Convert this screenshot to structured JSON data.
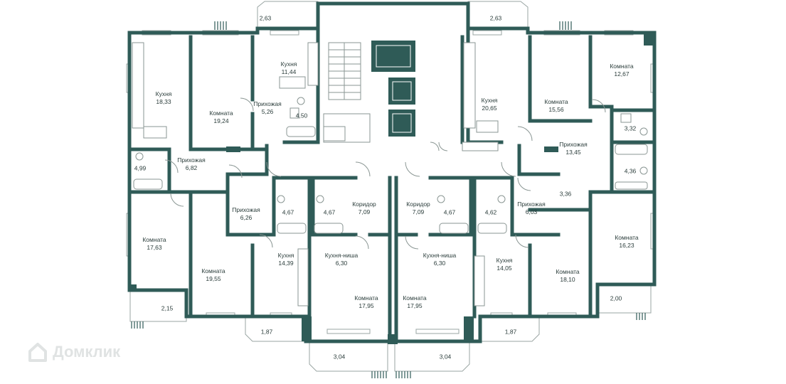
{
  "colors": {
    "wall": "#2f5b57",
    "core": "#2f5b57",
    "fixture": "#8a9693",
    "text": "#2b3d3b",
    "watermark": "#e0e3e3"
  },
  "watermark": {
    "text": "Домклик",
    "icon": "house-logo-icon"
  },
  "rooms": [
    {
      "id": "balcony-top-left",
      "name": "",
      "area": "2,63"
    },
    {
      "id": "balcony-top-right",
      "name": "",
      "area": "2,63"
    },
    {
      "id": "kitchen-a",
      "name": "Кухня",
      "area": "18,33"
    },
    {
      "id": "room-a1",
      "name": "Комната",
      "area": "19,24"
    },
    {
      "id": "kitchen-b",
      "name": "Кухня",
      "area": "11,44"
    },
    {
      "id": "hall-b",
      "name": "Прихожая",
      "area": "5,26"
    },
    {
      "id": "bath-b",
      "name": "",
      "area": "4,50"
    },
    {
      "id": "bath-a",
      "name": "",
      "area": "4,99"
    },
    {
      "id": "hall-a",
      "name": "Прихожая",
      "area": "6,82"
    },
    {
      "id": "room-a2",
      "name": "Комната",
      "area": "17,63"
    },
    {
      "id": "balcony-left",
      "name": "",
      "area": "2,15"
    },
    {
      "id": "room-c",
      "name": "Комната",
      "area": "19,55"
    },
    {
      "id": "hall-c",
      "name": "Прихожая",
      "area": "6,26"
    },
    {
      "id": "bath-c",
      "name": "",
      "area": "4,67"
    },
    {
      "id": "kitchen-c",
      "name": "Кухня",
      "area": "14,39"
    },
    {
      "id": "balcony-c",
      "name": "",
      "area": "1,87"
    },
    {
      "id": "bath-d",
      "name": "",
      "area": "4,67"
    },
    {
      "id": "corridor-d",
      "name": "Коридор",
      "area": "7,09"
    },
    {
      "id": "niche-d",
      "name": "Кухня-ниша",
      "area": "6,30"
    },
    {
      "id": "room-d",
      "name": "Комната",
      "area": "17,95"
    },
    {
      "id": "balcony-d",
      "name": "",
      "area": "3,04"
    },
    {
      "id": "corridor-e",
      "name": "Коридор",
      "area": "7,09"
    },
    {
      "id": "bath-e",
      "name": "",
      "area": "4,67"
    },
    {
      "id": "niche-e",
      "name": "Кухня-ниша",
      "area": "6,30"
    },
    {
      "id": "room-e",
      "name": "Комната",
      "area": "17,95"
    },
    {
      "id": "balcony-e",
      "name": "",
      "area": "3,04"
    },
    {
      "id": "bath-f",
      "name": "",
      "area": "4,62"
    },
    {
      "id": "hall-f",
      "name": "Прихожая",
      "area": "6,03"
    },
    {
      "id": "kitchen-f",
      "name": "Кухня",
      "area": "14,05"
    },
    {
      "id": "room-f",
      "name": "Комната",
      "area": "18,10"
    },
    {
      "id": "balcony-f",
      "name": "",
      "area": "1,87"
    },
    {
      "id": "kitchen-g",
      "name": "Кухня",
      "area": "20,65"
    },
    {
      "id": "room-g1",
      "name": "Комната",
      "area": "15,56"
    },
    {
      "id": "room-g2",
      "name": "Комната",
      "area": "12,67"
    },
    {
      "id": "wc-g",
      "name": "",
      "area": "3,32"
    },
    {
      "id": "hall-g",
      "name": "Прихожая",
      "area": "13,45"
    },
    {
      "id": "bath-g",
      "name": "",
      "area": "4,36"
    },
    {
      "id": "storage-g",
      "name": "",
      "area": "3,36"
    },
    {
      "id": "room-g3",
      "name": "Комната",
      "area": "16,23"
    },
    {
      "id": "balcony-right",
      "name": "",
      "area": "2,00"
    }
  ]
}
